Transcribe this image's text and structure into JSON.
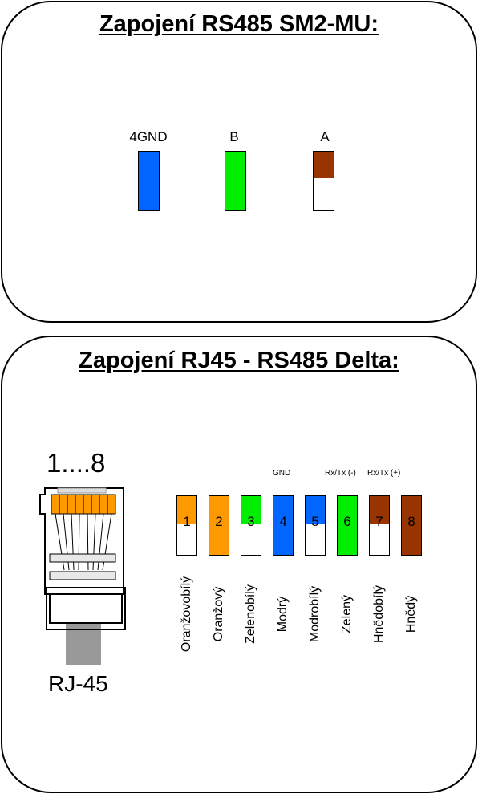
{
  "top_panel": {
    "title": "Zapojení RS485 SM2-MU:",
    "wires": [
      {
        "label": "4GND",
        "color": "#0066ff",
        "stripe": false
      },
      {
        "label": "B",
        "color": "#00ee00",
        "stripe": false
      },
      {
        "label": "A",
        "color": "#993300",
        "stripe": true
      }
    ]
  },
  "bottom_panel": {
    "title": "Zapojení RJ45 - RS485 Delta:",
    "connector": {
      "pin_range_label": "1....8",
      "name": "RJ-45"
    },
    "pins": [
      {
        "number": "1",
        "name": "Oranžovobílý",
        "color": "#ff9900",
        "stripe": true,
        "signal": ""
      },
      {
        "number": "2",
        "name": "Oranžový",
        "color": "#ff9900",
        "stripe": false,
        "signal": ""
      },
      {
        "number": "3",
        "name": "Zelenobílý",
        "color": "#00ee00",
        "stripe": true,
        "signal": ""
      },
      {
        "number": "4",
        "name": "Modrý",
        "color": "#0066ff",
        "stripe": false,
        "signal": "GND"
      },
      {
        "number": "5",
        "name": "Modrobílý",
        "color": "#0066ff",
        "stripe": true,
        "signal": ""
      },
      {
        "number": "6",
        "name": "Zelený",
        "color": "#00ee00",
        "stripe": false,
        "signal": "Rx/Tx (-)"
      },
      {
        "number": "7",
        "name": "Hnědobílý",
        "color": "#993300",
        "stripe": true,
        "signal": "Rx/Tx (+)"
      },
      {
        "number": "8",
        "name": "Hnědý",
        "color": "#993300",
        "stripe": false,
        "signal": ""
      }
    ]
  }
}
